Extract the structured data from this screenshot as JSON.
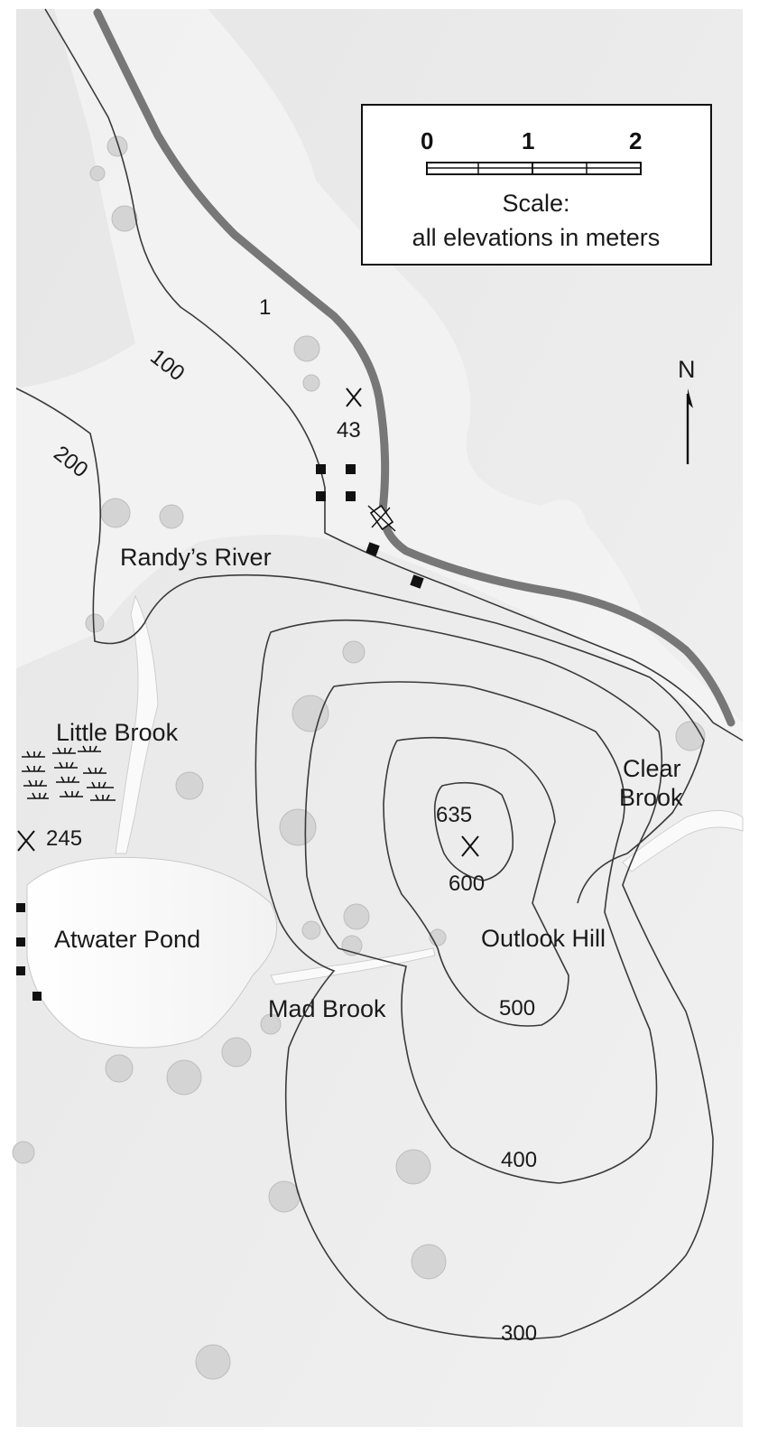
{
  "scale": {
    "ticks": [
      "0",
      "1",
      "2"
    ],
    "caption_line1": "Scale:",
    "caption_line2": "all elevations in meters"
  },
  "north": {
    "label": "N"
  },
  "contours": [
    "1",
    "100",
    "200",
    "300",
    "400",
    "500",
    "600"
  ],
  "spot_heights": [
    "43",
    "245",
    "635"
  ],
  "place_names": {
    "randys_river": "Randy’s River",
    "little_brook": "Little Brook",
    "atwater_pond": "Atwater Pond",
    "mad_brook": "Mad Brook",
    "outlook_hill": "Outlook Hill",
    "clear_brook_1": "Clear",
    "clear_brook_2": "Brook"
  },
  "colors": {
    "land": "#ececec",
    "water": "#fafafa",
    "river": "#777777",
    "contour": "#3a3a3a"
  }
}
